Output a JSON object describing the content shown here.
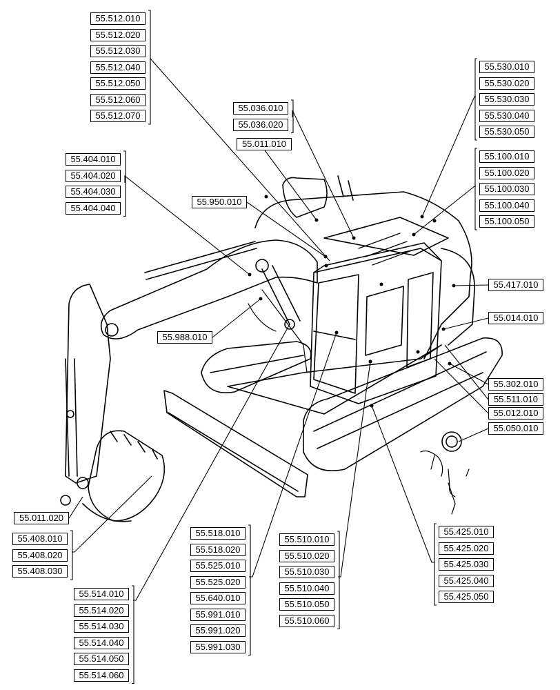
{
  "callout_groups": [
    {
      "id": "g1",
      "labels": [
        "55.512.010",
        "55.512.020",
        "55.512.030",
        "55.512.040",
        "55.512.050",
        "55.512.060",
        "55.512.070"
      ]
    },
    {
      "id": "g2",
      "labels": [
        "55.530.010",
        "55.530.020",
        "55.530.030",
        "55.530.040",
        "55.530.050"
      ]
    },
    {
      "id": "g3",
      "labels": [
        "55.036.010",
        "55.036.020"
      ]
    },
    {
      "id": "g4",
      "labels": [
        "55.011.010"
      ]
    },
    {
      "id": "g5",
      "labels": [
        "55.100.010",
        "55.100.020",
        "55.100.030",
        "55.100.040",
        "55.100.050"
      ]
    },
    {
      "id": "g6",
      "labels": [
        "55.404.010",
        "55.404.020",
        "55.404.030",
        "55.404.040"
      ]
    },
    {
      "id": "g7",
      "labels": [
        "55.950.010"
      ]
    },
    {
      "id": "g8",
      "labels": [
        "55.417.010"
      ]
    },
    {
      "id": "g9",
      "labels": [
        "55.014.010"
      ]
    },
    {
      "id": "g10",
      "labels": [
        "55.988.010"
      ]
    },
    {
      "id": "g11",
      "labels": [
        "55.302.010"
      ]
    },
    {
      "id": "g12",
      "labels": [
        "55.511.010"
      ]
    },
    {
      "id": "g13",
      "labels": [
        "55.012.010"
      ]
    },
    {
      "id": "g14",
      "labels": [
        "55.050.010"
      ]
    },
    {
      "id": "g15",
      "labels": [
        "55.011.020"
      ]
    },
    {
      "id": "g16",
      "labels": [
        "55.408.010",
        "55.408.020",
        "55.408.030"
      ]
    },
    {
      "id": "g17",
      "labels": [
        "55.518.010",
        "55.518.020",
        "55.525.010",
        "55.525.020",
        "55.640.010",
        "55.991.010",
        "55.991.020",
        "55.991.030"
      ]
    },
    {
      "id": "g18",
      "labels": [
        "55.510.010",
        "55.510.020",
        "55.510.030",
        "55.510.040",
        "55.510.050",
        "55.510.060"
      ]
    },
    {
      "id": "g19",
      "labels": [
        "55.425.010",
        "55.425.020",
        "55.425.030",
        "55.425.040",
        "55.425.050"
      ]
    },
    {
      "id": "g20",
      "labels": [
        "55.514.010",
        "55.514.020",
        "55.514.030",
        "55.514.040",
        "55.514.050",
        "55.514.060"
      ]
    }
  ]
}
